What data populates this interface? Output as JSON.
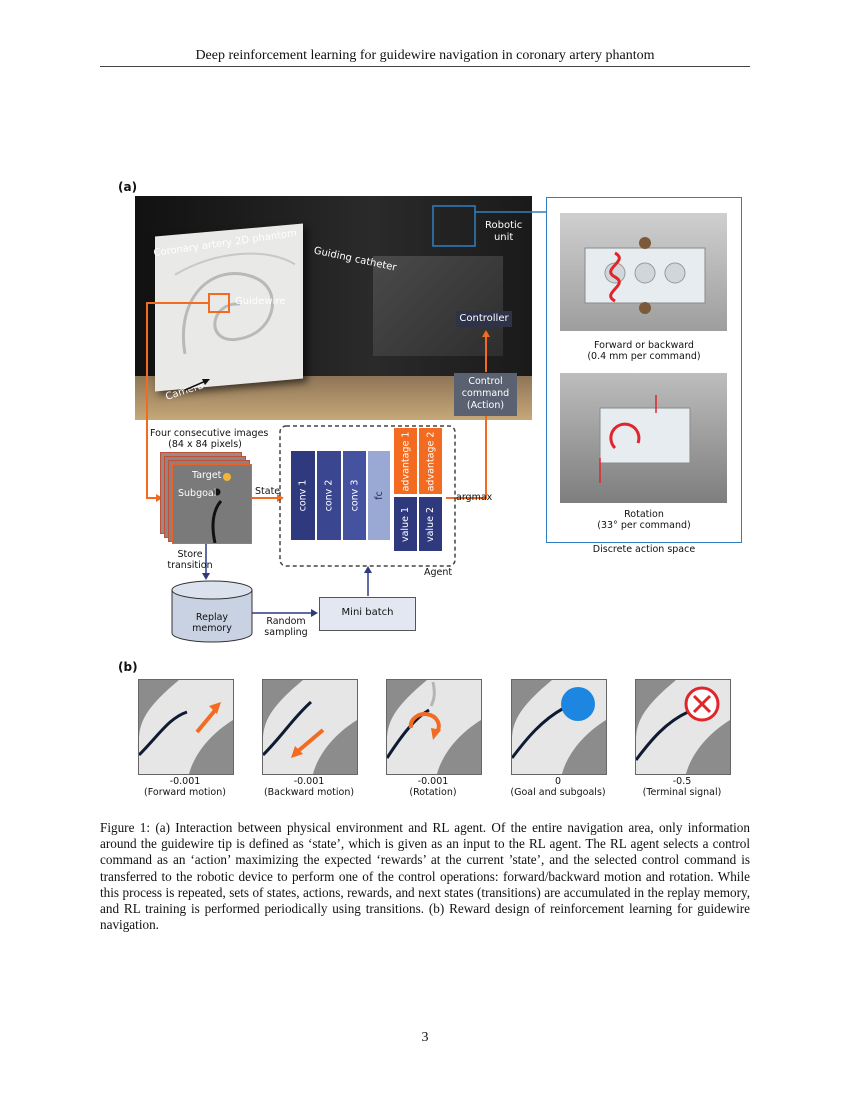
{
  "header": {
    "running_title": "Deep reinforcement learning for guidewire navigation in coronary artery phantom"
  },
  "figure": {
    "panel_a_label": "(a)",
    "panel_b_label": "(b)",
    "photo": {
      "phantom_label": "Coronary artery 2D phantom",
      "catheter_label": "Guiding catheter",
      "robotic_unit_label": "Robotic\nunit",
      "guidewire_label": "Guidewire",
      "camera_label": "Camera",
      "controller_label": "Controller"
    },
    "control_command": "Control\ncommand\n(Action)",
    "input": {
      "title": "Four consecutive images\n(84 x 84 pixels)",
      "target_label": "Target",
      "subgoal_label": "Subgoal",
      "state_label": "State",
      "store_label": "Store\ntransition"
    },
    "network": {
      "layers": [
        "conv 1",
        "conv 2",
        "conv 3",
        "fc"
      ],
      "advantages": [
        "advantage 1",
        "advantage 2"
      ],
      "values": [
        "value 1",
        "value 2"
      ],
      "argmax_label": "argmax",
      "agent_label": "Agent"
    },
    "replay": {
      "memory_label": "Replay\nmemory",
      "sampling_label": "Random\nsampling",
      "minibatch_label": "Mini batch"
    },
    "action_space": {
      "forward_label": "Forward or backward\n(0.4 mm per command)",
      "rotation_label": "Rotation\n(33° per command)",
      "caption": "Discrete action space"
    },
    "rewards": [
      {
        "value": "-0.001",
        "desc": "(Forward motion)",
        "icon": "arrow-up-right-icon"
      },
      {
        "value": "-0.001",
        "desc": "(Backward motion)",
        "icon": "arrow-down-left-icon"
      },
      {
        "value": "-0.001",
        "desc": "(Rotation)",
        "icon": "rotation-arrow-icon"
      },
      {
        "value": "0",
        "desc": "(Goal and subgoals)",
        "icon": "goal-dot-icon"
      },
      {
        "value": "-0.5",
        "desc": "(Terminal signal)",
        "icon": "x-circle-icon"
      }
    ],
    "colors": {
      "orange": "#f26b21",
      "navy": "#2f3a7e",
      "blue": "#1c86e0",
      "red": "#e0262b",
      "frame_blue": "#2f7fc1"
    }
  },
  "caption": "Figure 1: (a) Interaction between physical environment and RL agent. Of the entire navigation area, only information around the guidewire tip is defined as ‘state’, which is given as an input to the RL agent. The RL agent selects a control command as an ‘action’ maximizing the expected ‘rewards’ at the current ’state’, and the selected control command is transferred to the robotic device to perform one of the control operations: forward/backward motion and rotation. While this process is repeated, sets of states, actions, rewards, and next states (transitions) are accumulated in the replay memory, and RL training is performed periodically using transitions. (b) Reward design of reinforcement learning for guidewire navigation.",
  "page_number": "3"
}
